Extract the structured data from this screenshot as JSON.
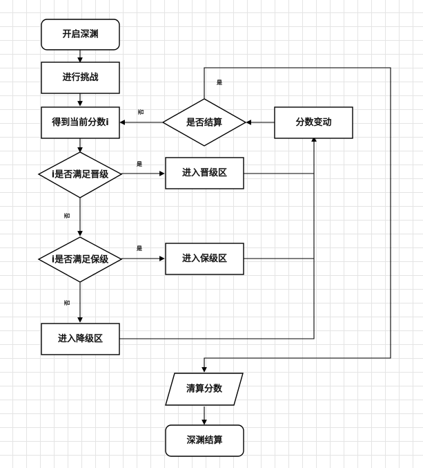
{
  "nodes": {
    "start": "开启深渊",
    "challenge": "进行挑战",
    "get_score": "得到当前分数i",
    "check_promote": "i是否满足晋级",
    "promote_zone": "进入晋级区",
    "check_keep": "i是否满足保级",
    "keep_zone": "进入保级区",
    "demote_zone": "进入降级区",
    "score_change": "分数变动",
    "check_settle": "是否结算",
    "clear_score": "清算分数",
    "end": "深渊结算"
  },
  "edges": {
    "yes": "是",
    "no": "否"
  }
}
